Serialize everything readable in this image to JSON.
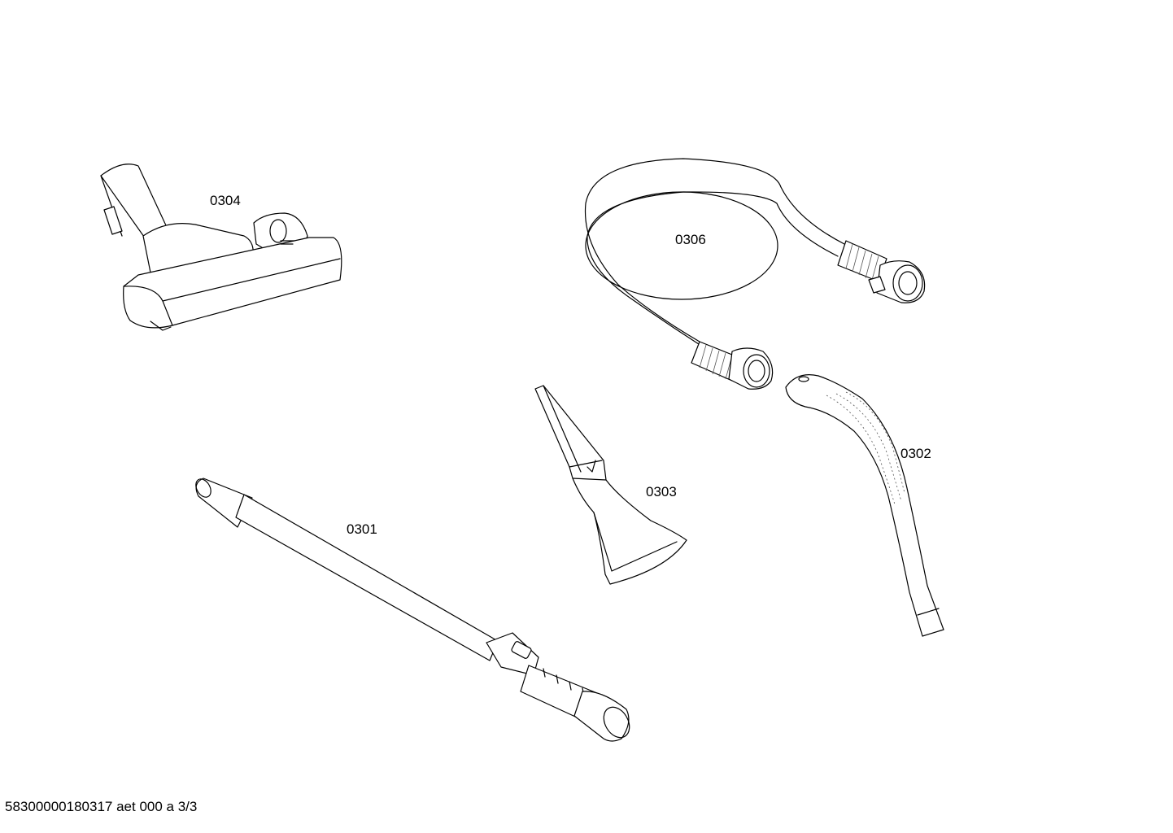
{
  "parts": [
    {
      "id": "floor-nozzle",
      "label": "0304"
    },
    {
      "id": "hose",
      "label": "0306"
    },
    {
      "id": "handle",
      "label": "0302"
    },
    {
      "id": "crevice-tool",
      "label": "0303"
    },
    {
      "id": "telescopic-tube",
      "label": "0301"
    }
  ],
  "footer": {
    "document_code": "58300000180317 aet 000 a 3/3"
  }
}
